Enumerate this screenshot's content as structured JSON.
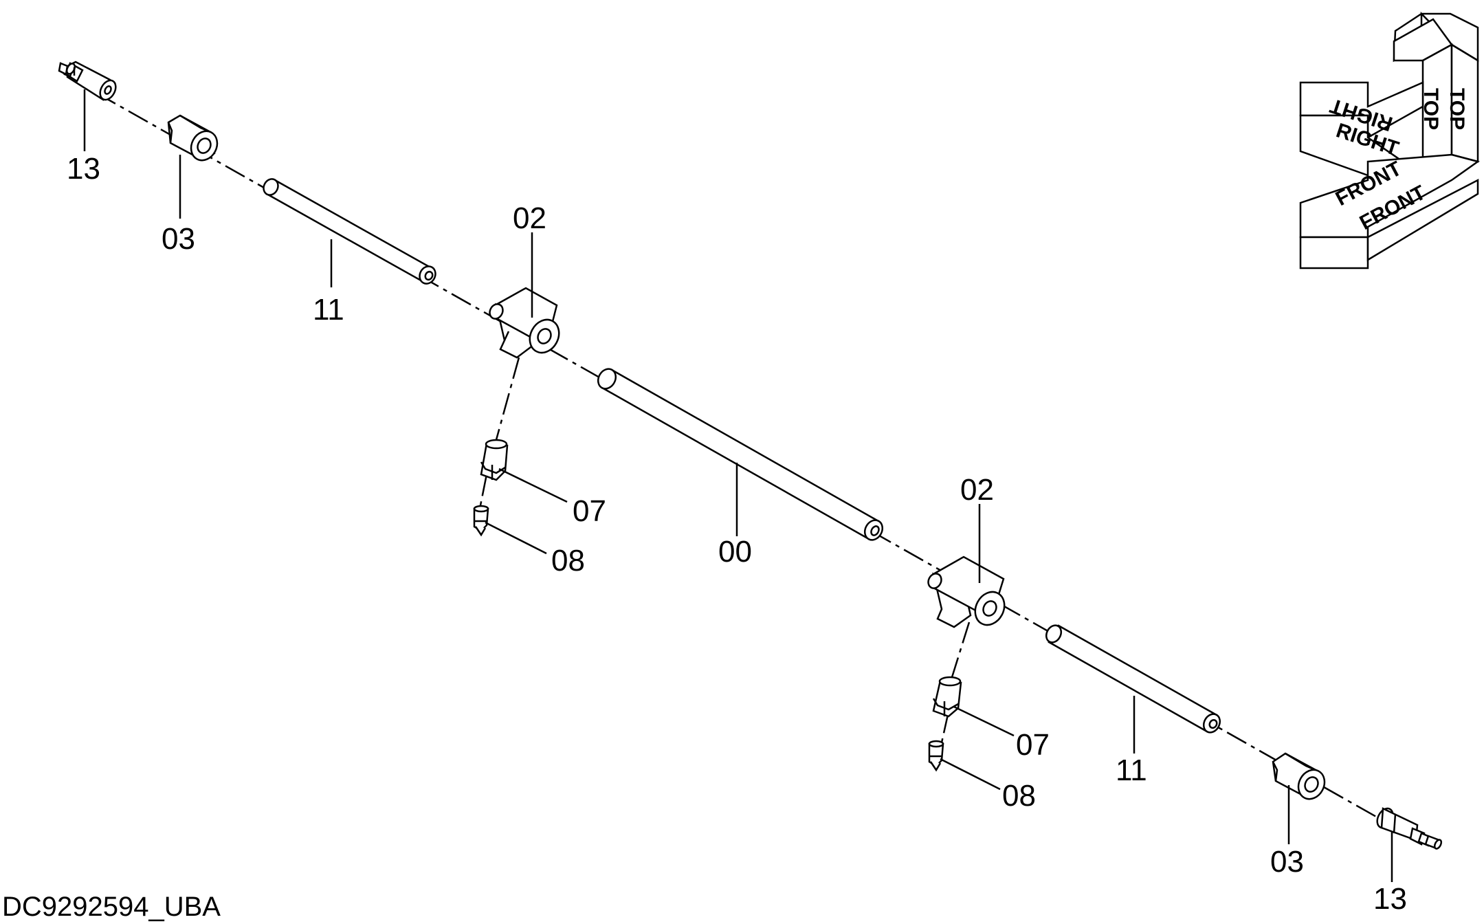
{
  "drawing_id": "DC9292594_UBA",
  "part_labels": {
    "tube_main": "00",
    "tee_left": "02",
    "tee_right": "02",
    "nut_left": "03",
    "nut_right": "03",
    "fitting_left": "07",
    "fitting_right": "07",
    "grease_nipple_left": "08",
    "grease_nipple_right": "08",
    "tube_left": "11",
    "tube_right": "11",
    "connector_left": "13",
    "connector_right": "13"
  },
  "orientation": {
    "top": "TOP",
    "right": "RIGHT",
    "front": "FRONT"
  }
}
